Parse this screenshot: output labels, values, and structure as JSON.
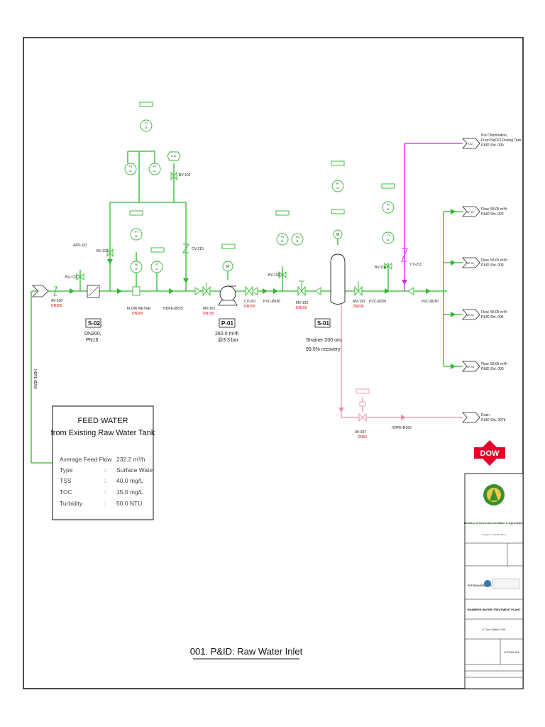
{
  "drawing_title": "001. P&ID: Raw Water Inlet",
  "feed_box": {
    "heading1": "FEED WATER",
    "heading2": "from Existing Raw Water Tank",
    "rows": [
      {
        "label": "Average Feed Flow",
        "sep": ":",
        "value": "232.2 m³/h"
      },
      {
        "label": "Type",
        "sep": ":",
        "value": "Surface Water"
      },
      {
        "label": "TSS",
        "sep": ":",
        "value": "40.0 mg/L"
      },
      {
        "label": "TOC",
        "sep": ":",
        "value": "15.0 mg/L"
      },
      {
        "label": "Turbidity",
        "sep": ":",
        "value": "50.0 NTU"
      }
    ]
  },
  "pipe_labels": {
    "vertical_feed": "HDPE-Ø250",
    "hdpe_225": "HDPE-Ø225",
    "pvc_160": "PVC-Ø160",
    "pvc_200": "PVC-Ø200",
    "pvc_250": "PVC-Ø250",
    "hdpe_160": "HDPE-Ø160"
  },
  "valves": {
    "av338": "AV-338",
    "av338_dn": "DN250",
    "arv101": "ARV-101",
    "bv121": "BV-121",
    "bv101": "BV-101",
    "bv102": "BV-102",
    "bv103": "BV-103",
    "bv104": "BV-104",
    "cv210": "CV-210",
    "cv201": "CV-201",
    "cv201_dn": "DN150",
    "cv211": "CV-211",
    "mv101": "MV-101",
    "mv101_dn": "DN150",
    "mv102": "MV-102",
    "mv102_dn": "DN150",
    "mv103": "MV-103",
    "mv103_dn": "DN200",
    "av337": "AV-337",
    "av337_dn": "DN50",
    "flow_meter": "FLOW METER",
    "flow_meter_dn": "DN200"
  },
  "equipment": {
    "s02_tag": "S-02",
    "s02_cap1": "DN200,",
    "s02_cap2": "PN16",
    "p01_tag": "P-01",
    "p01_cap1": "260.0 m³/h",
    "p01_cap2": "@3.3 bar",
    "s01_tag": "S-01",
    "s01_cap1": "Strainer 200 um,",
    "s01_cap2": "99.5% recovery",
    "motor": "M"
  },
  "offpage": [
    {
      "tag": "T-02",
      "text1": "Pre Chlorination,",
      "text2": "From NaOCl Dosing Tank",
      "text3": "P&ID Sht. 009"
    },
    {
      "tag": "UF-01",
      "text1": "Flow, 58.05 m³/h",
      "text2": "P&ID Sht. 002",
      "text3": ""
    },
    {
      "tag": "UF-02",
      "text1": "Flow, 58.05 m³/h",
      "text2": "P&ID Sht. 003",
      "text3": ""
    },
    {
      "tag": "UF-03",
      "text1": "Flow, 58.05 m³/h",
      "text2": "P&ID Sht. 004",
      "text3": ""
    },
    {
      "tag": "UF-04",
      "text1": "Flow, 58.05 m³/h",
      "text2": "P&ID Sht. 005",
      "text3": ""
    },
    {
      "tag": "",
      "text1": "Drain",
      "text2": "P&ID Sht. 007b",
      "text3": ""
    }
  ],
  "instruments": {
    "tt": "TT",
    "pt": "PT",
    "ft": "FT",
    "fe": "FE",
    "ps": "PS",
    "no": "11",
    "s11": "S-11"
  },
  "title_block": {
    "ministry": "Ministry of Environment Water & Agriculture",
    "kingdom": "Kingdom of Saudi Arabia",
    "project": "GHABEEN WATER TREATMENT PLANT",
    "drawing": "& Truck Station P&ID",
    "sheet_no": "G-P&ID-001",
    "company": "FUTURA HORIZONS"
  },
  "brand": {
    "dow": "DOW"
  },
  "colors": {
    "process": "#2db82d",
    "chemical": "#e020e0",
    "drain": "#f08aa8",
    "dn_text": "#e00000",
    "dow_red": "#e4002b"
  }
}
